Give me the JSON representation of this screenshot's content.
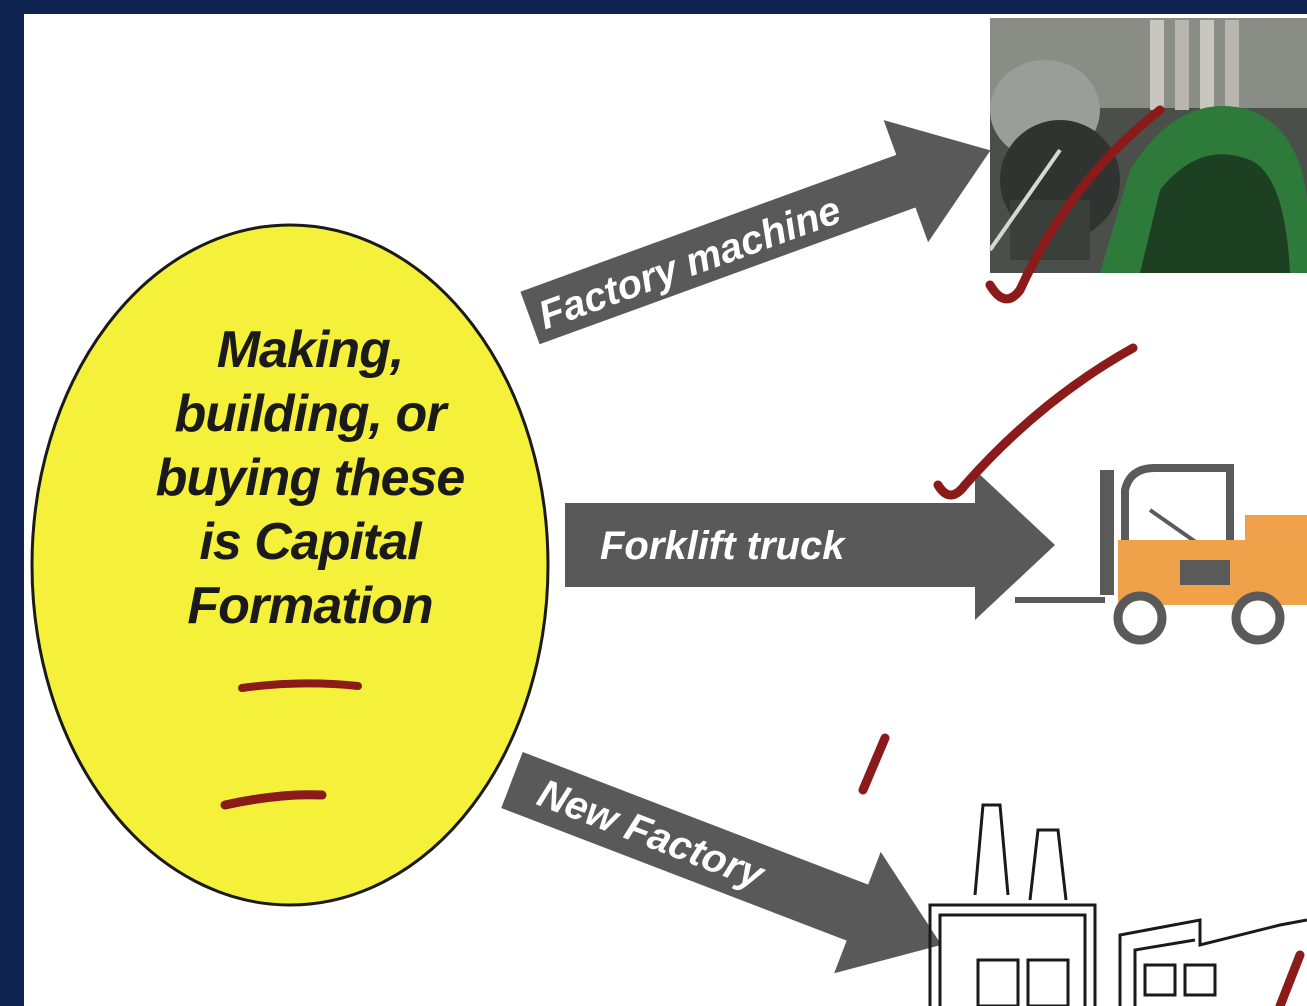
{
  "center_oval": {
    "lines": [
      "Making,",
      "building, or",
      "buying these",
      "is Capital",
      "Formation"
    ]
  },
  "arrows": [
    {
      "label": "Factory machine"
    },
    {
      "label": "Forklift truck"
    },
    {
      "label": "New Factory"
    }
  ],
  "items": [
    {
      "icon": "factory-machine-photo"
    },
    {
      "icon": "forklift-icon"
    },
    {
      "icon": "factory-building-icon"
    }
  ],
  "colors": {
    "frame": "#0f2350",
    "oval_fill": "#f5f03a",
    "arrow_fill": "#595959",
    "forklift_orange": "#f0a24a",
    "annotation_ink": "#8b1a1a"
  }
}
